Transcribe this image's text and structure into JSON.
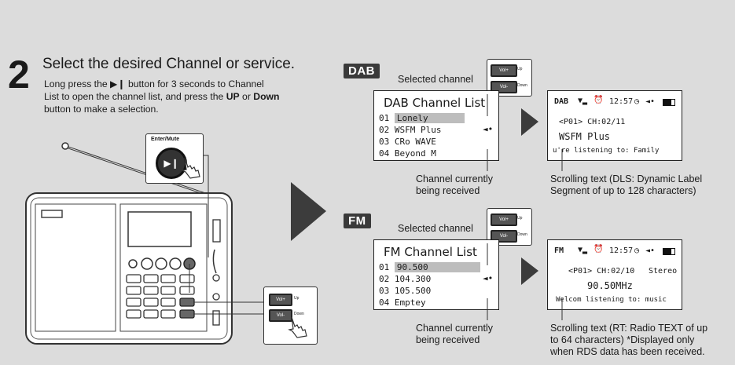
{
  "step": {
    "number": "2",
    "title": "Select the desired Channel or service.",
    "desc_part1": "Long press the ▶❙ button for 3 seconds to Channel List to open the channel list, and press the ",
    "desc_up": "UP",
    "desc_or": " or ",
    "desc_down": "Down",
    "desc_part2": " button to make a selection."
  },
  "enter_button": {
    "label": "Enter/Mute",
    "icon": "play-pause-icon"
  },
  "side_buttons": {
    "vol_plus": "Vol+",
    "up": "Up",
    "vol_minus": "Vol-",
    "down": "Down"
  },
  "dab": {
    "badge": "DAB",
    "selected_label": "Selected channel",
    "list_title": "DAB Channel List",
    "items": [
      {
        "num": "01",
        "name": "Lonely"
      },
      {
        "num": "02",
        "name": "WSFM Plus"
      },
      {
        "num": "03",
        "name": "CRo WAVE"
      },
      {
        "num": "04",
        "name": "Beyond M"
      }
    ],
    "receiving_label": [
      "Channel currently",
      "being received"
    ],
    "display": {
      "mode": "DAB",
      "time": "12:57",
      "line1": "<P01>  CH:02/11",
      "line2": "WSFM Plus",
      "line3": "u're listening to: Family"
    },
    "scroll_note": [
      "Scrolling text (DLS: Dynamic Label",
      "Segment of up to 128 characters)"
    ]
  },
  "fm": {
    "badge": "FM",
    "selected_label": "Selected channel",
    "list_title": "FM Channel List",
    "items": [
      {
        "num": "01",
        "name": "90.500"
      },
      {
        "num": "02",
        "name": "104.300"
      },
      {
        "num": "03",
        "name": "105.500"
      },
      {
        "num": "04",
        "name": "Emptey"
      }
    ],
    "receiving_label": [
      "Channel currently",
      "being received"
    ],
    "display": {
      "mode": "FM",
      "time": "12:57",
      "line1": "<P01>  CH:02/10",
      "stereo": "Stereo",
      "line2": "90.50MHz",
      "line3": "Welcom  listening to: music"
    },
    "scroll_note": [
      "Scrolling text (RT: Radio TEXT of up",
      "to 64 characters) *Displayed only",
      "when RDS data has been received."
    ]
  },
  "colors": {
    "background": "#dcdcdc",
    "badge": "#3a3a3a",
    "highlight": "#bdbdbd",
    "arrow": "#3c3c3c"
  }
}
